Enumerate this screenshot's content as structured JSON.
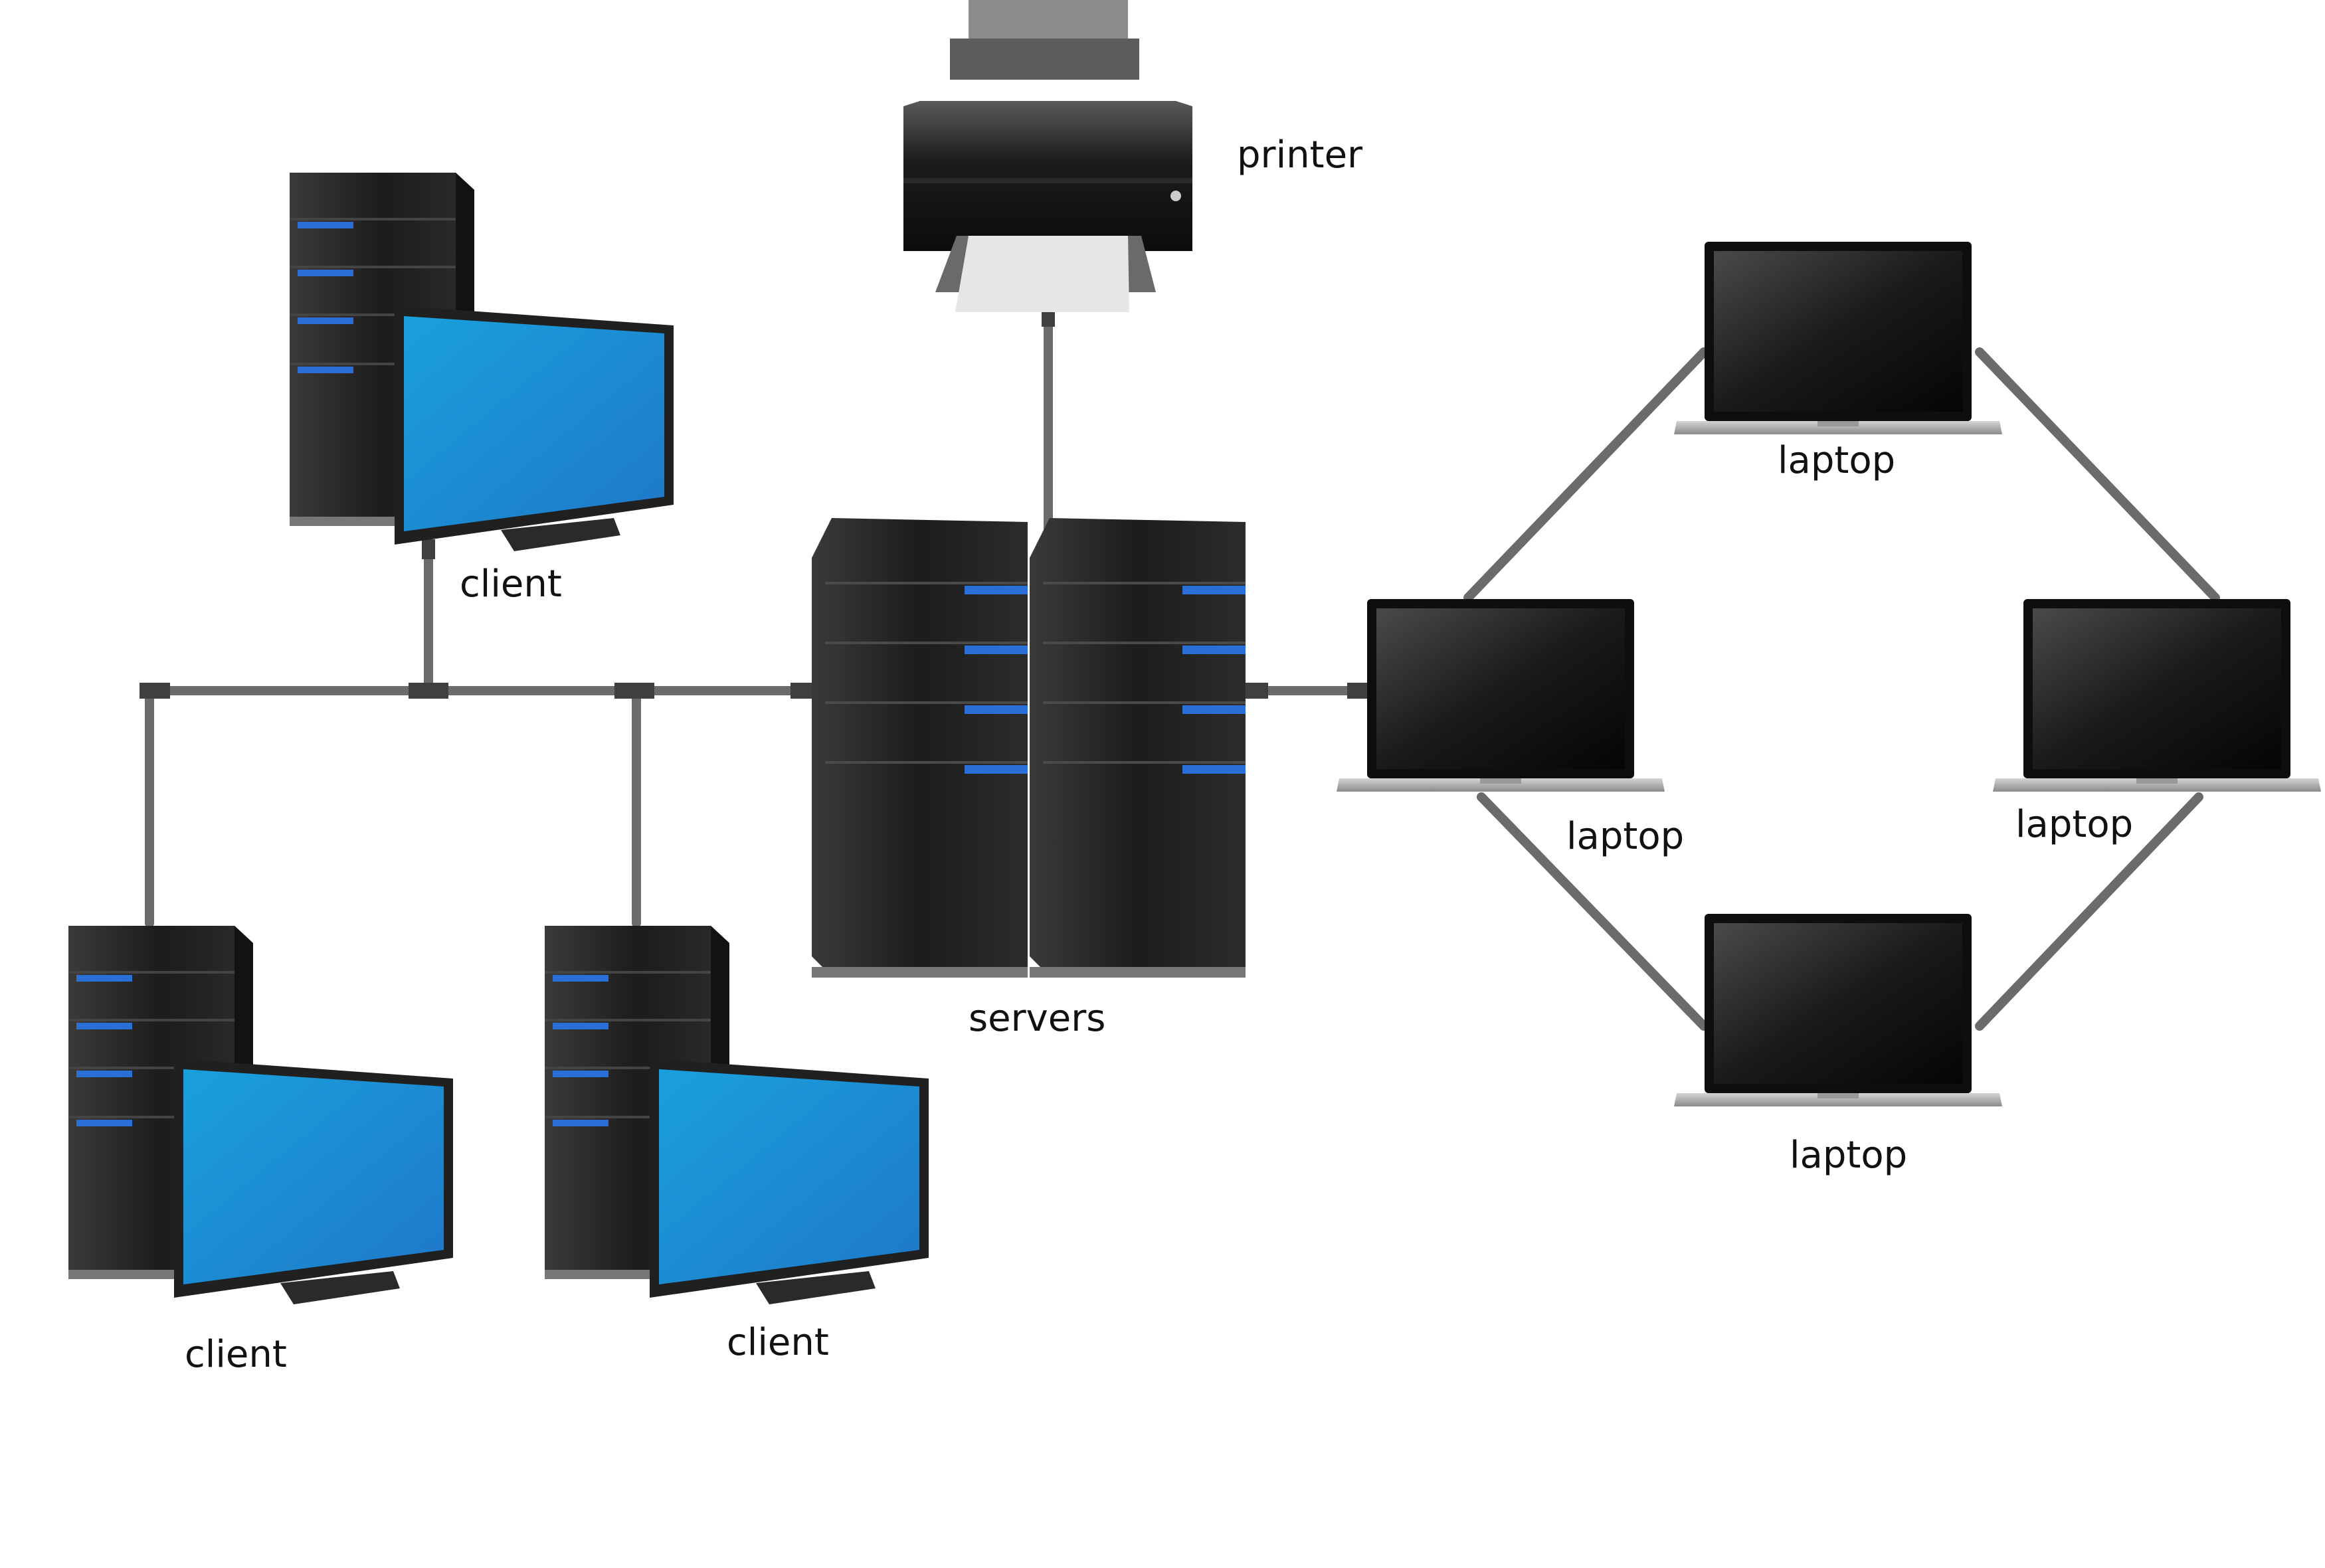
{
  "labels": {
    "printer": "printer",
    "servers": "servers",
    "client_top": "client",
    "client_bottom_left": "client",
    "client_bottom_mid": "client",
    "laptop_top": "laptop",
    "laptop_left": "laptop",
    "laptop_right": "laptop",
    "laptop_bottom": "laptop"
  },
  "colors": {
    "cable": "#6b6b6b",
    "cable_dark": "#3a3a3a",
    "tower_body": "#1f1f1f",
    "tower_led": "#2a6fd6",
    "monitor_screen": "#1e97d8",
    "laptop_screen": "#111111",
    "laptop_base": "#b8b8b8"
  },
  "icons": [
    "printer-icon",
    "server-icon",
    "desktop-client-icon",
    "laptop-icon"
  ]
}
